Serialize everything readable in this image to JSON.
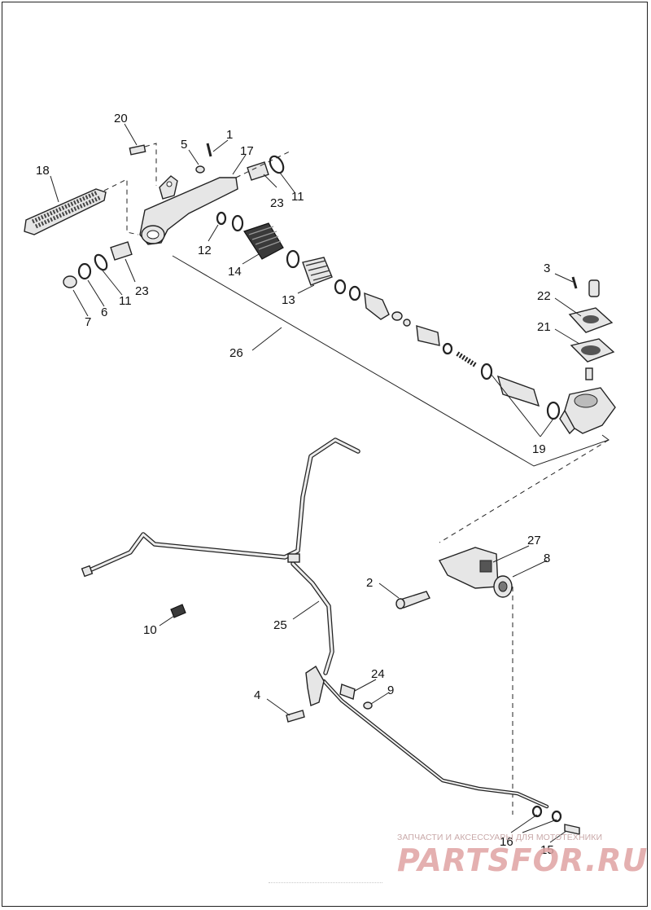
{
  "callouts": {
    "c1": "1",
    "c2": "2",
    "c3": "3",
    "c4": "4",
    "c5": "5",
    "c6": "6",
    "c7": "7",
    "c8": "8",
    "c9": "9",
    "c10": "10",
    "c11a": "11",
    "c11b": "11",
    "c12": "12",
    "c13": "13",
    "c14": "14",
    "c15": "15",
    "c16": "16",
    "c17": "17",
    "c18": "18",
    "c19": "19",
    "c20": "20",
    "c21": "21",
    "c22": "22",
    "c23a": "23",
    "c23b": "23",
    "c24": "24",
    "c25": "25",
    "c26": "26",
    "c27": "27"
  },
  "watermark": {
    "caption": "ЗАПЧАСТИ И АКСЕССУАРЫ ДЛЯ МОТОТЕХНИКИ",
    "brand": "PARTSFOR.RU"
  },
  "colors": {
    "line": "#222222",
    "part_fill": "#e6e6e6",
    "watermark": "#e0a3a3"
  }
}
